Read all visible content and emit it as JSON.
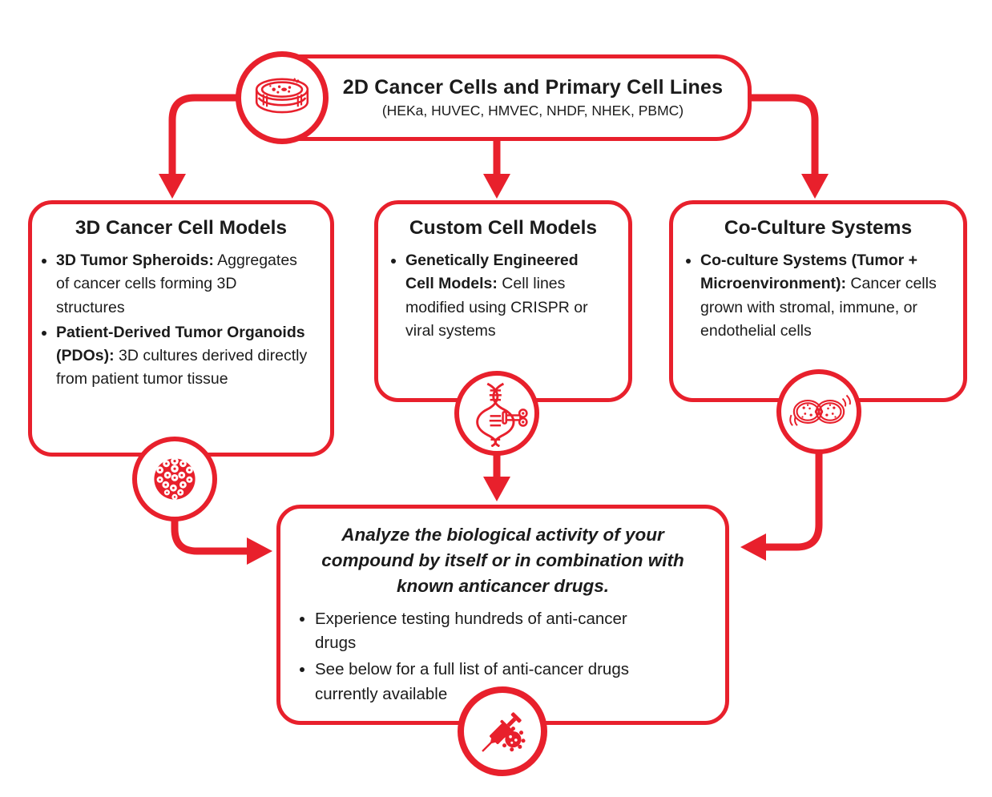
{
  "colors": {
    "accent_red": "#e8202c",
    "text": "#1b1b1b",
    "background": "#ffffff"
  },
  "top_box": {
    "title": "2D Cancer Cells and Primary Cell Lines",
    "subtitle": "(HEKa, HUVEC, HMVEC, NHDF, NHEK, PBMC)",
    "icon": "petri-dish-icon"
  },
  "boxes": [
    {
      "title": "3D Cancer Cell Models",
      "icon": "tumor-spheroid-icon",
      "bullets": [
        {
          "lead": "3D Tumor Spheroids:",
          "text": " Aggregates of cancer cells forming 3D structures"
        },
        {
          "lead": "Patient-Derived Tumor Organoids (PDOs):",
          "text": " 3D cultures derived directly from patient tumor tissue"
        }
      ]
    },
    {
      "title": "Custom Cell Models",
      "icon": "dna-gene-editing-icon",
      "bullets": [
        {
          "lead": "Genetically Engineered Cell Models:",
          "text": " Cell lines modified using CRISPR or viral systems"
        }
      ]
    },
    {
      "title": "Co-Culture Systems",
      "icon": "co-culture-cells-icon",
      "bullets": [
        {
          "lead": "Co-culture Systems (Tumor + Microenvironment):",
          "text": " Cancer cells grown with stromal, immune, or endothelial cells"
        }
      ]
    }
  ],
  "bottom_box": {
    "title": "Analyze the biological activity of your compound by itself or in combination with known anticancer drugs.",
    "icon": "syringe-icon",
    "bullets": [
      "Experience testing hundreds of anti-cancer drugs",
      "See below for a full list of anti-cancer drugs currently available"
    ]
  }
}
